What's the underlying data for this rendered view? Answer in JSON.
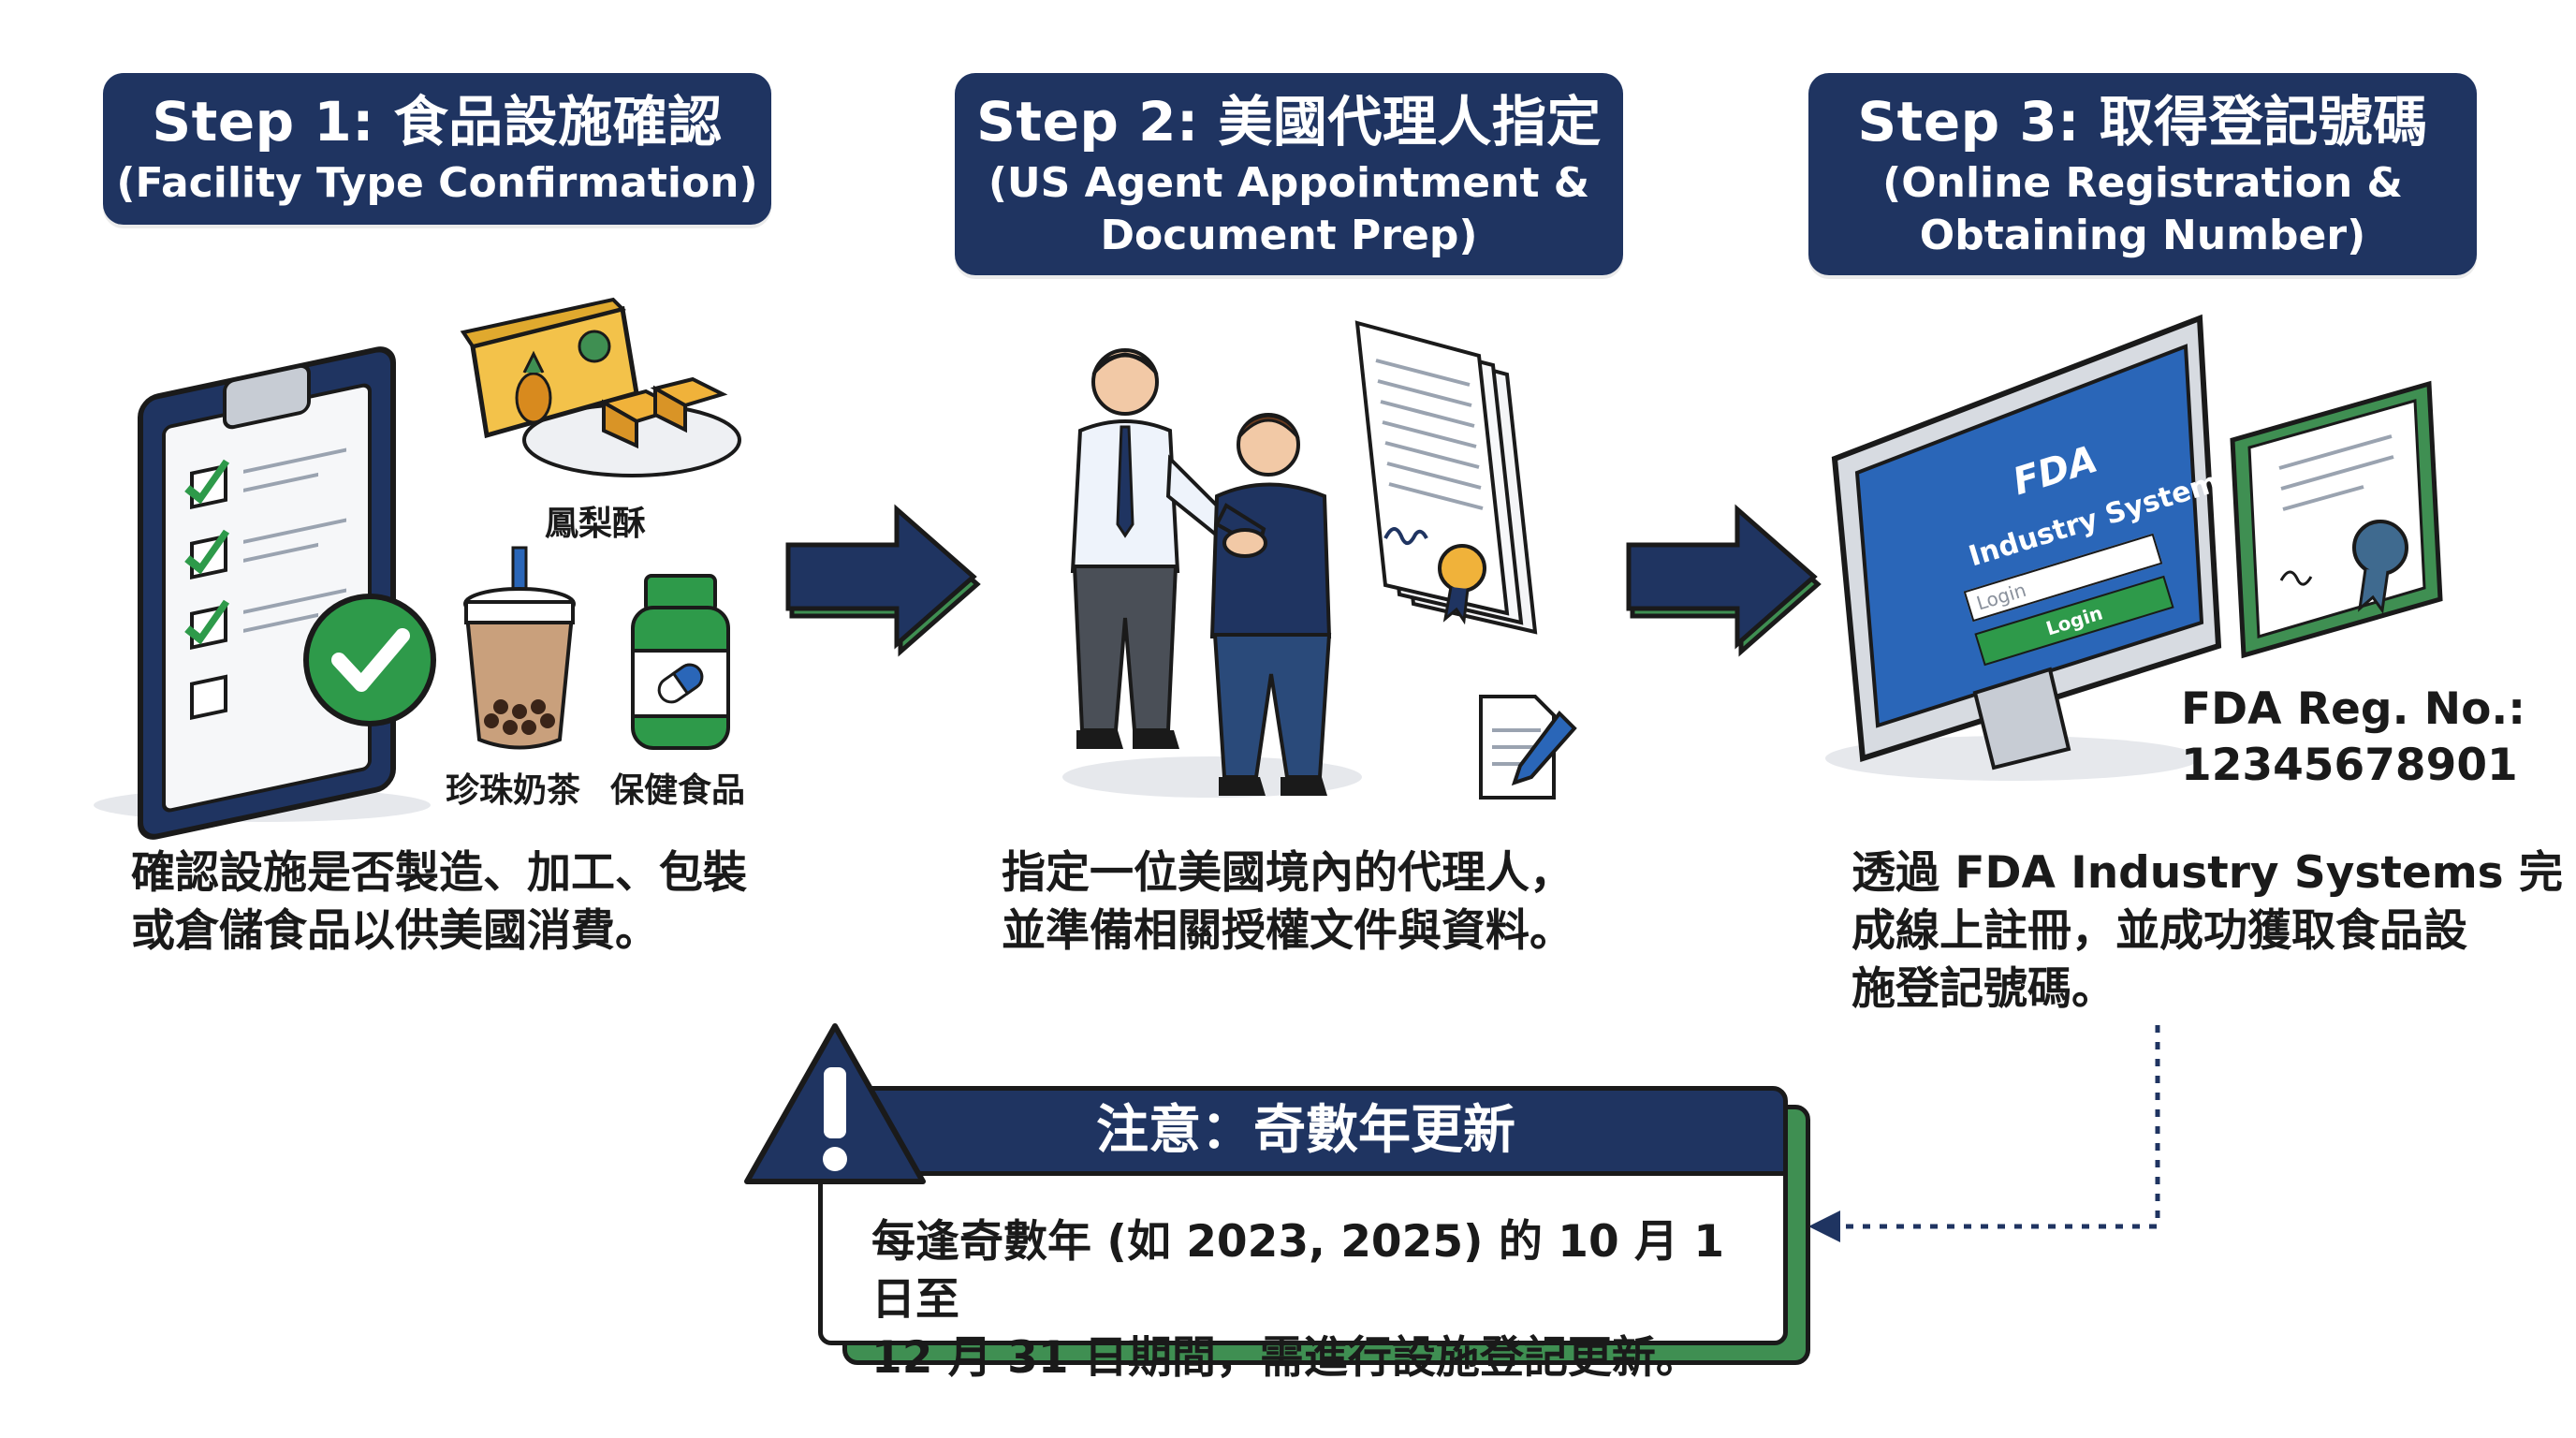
{
  "steps": [
    {
      "title": "Step 1: 食品設施確認",
      "subtitle_line1": "(Facility Type Confirmation)",
      "subtitle_line2": "",
      "desc_line1": "確認設施是否製造、加工、包裝",
      "desc_line2": "或倉儲食品以供美國消費。",
      "desc_line3": ""
    },
    {
      "title": "Step 2: 美國代理人指定",
      "subtitle_line1": "(US Agent Appointment &",
      "subtitle_line2": "Document Prep)",
      "desc_line1": "指定一位美國境內的代理人，",
      "desc_line2": "並準備相關授權文件與資料。",
      "desc_line3": ""
    },
    {
      "title": "Step 3: 取得登記號碼",
      "subtitle_line1": "(Online Registration &",
      "subtitle_line2": "Obtaining Number)",
      "desc_line1": "透過 FDA Industry Systems 完",
      "desc_line2": "成線上註冊，並成功獲取食品設",
      "desc_line3": "施登記號碼。"
    }
  ],
  "food_labels": {
    "pineapple_cake": "鳳梨酥",
    "bubble_tea": "珍珠奶茶",
    "supplement": "保健食品"
  },
  "monitor": {
    "logo": "FDA",
    "system_name": "Industry Systems",
    "login_placeholder": "Login",
    "login_button": "Login"
  },
  "registration": {
    "label": "FDA Reg. No.:",
    "number": "12345678901"
  },
  "note": {
    "title": "注意：奇數年更新",
    "line1": "每逢奇數年 (如 2023, 2025) 的 10 月 1 日至",
    "line2": "12 月 31 日期間，需進行設施登記更新。"
  },
  "colors": {
    "navy": "#1f3461",
    "green": "#3f8f52",
    "bright_green": "#2e9a4a",
    "screen_blue": "#2a66b8"
  }
}
